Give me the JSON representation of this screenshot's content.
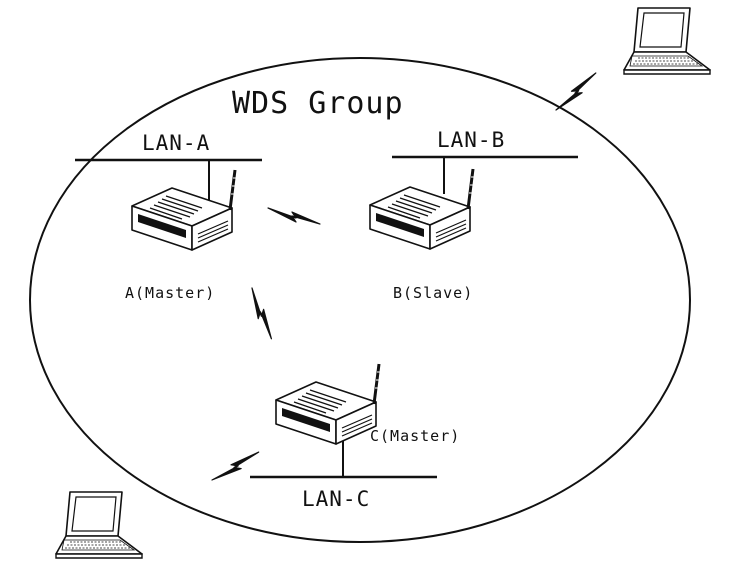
{
  "diagram": {
    "title": "WDS Group",
    "lans": {
      "a": "LAN-A",
      "b": "LAN-B",
      "c": "LAN-C"
    },
    "nodes": {
      "a": "A(Master)",
      "b": "B(Slave)",
      "c": "C(Master)"
    }
  },
  "colors": {
    "line": "#111111",
    "background": "#ffffff"
  },
  "icons": {
    "router": "router-icon",
    "laptop": "laptop-icon",
    "wireless": "lightning-bolt-icon"
  }
}
